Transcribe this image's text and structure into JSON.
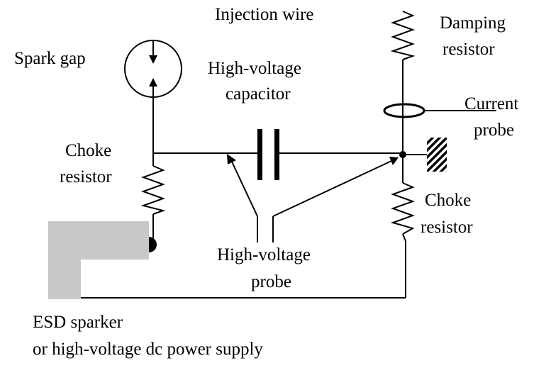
{
  "labels": {
    "injection_wire": "Injection wire",
    "spark_gap": "Spark gap",
    "hv_capacitor_1": "High-voltage",
    "hv_capacitor_2": "capacitor",
    "damping_resistor_1": "Damping",
    "damping_resistor_2": "resistor",
    "current_probe_1": "Current",
    "current_probe_2": "probe",
    "choke_left_1": "Choke",
    "choke_left_2": "resistor",
    "choke_right_1": "Choke",
    "choke_right_2": "resistor",
    "hv_probe_1": "High-voltage",
    "hv_probe_2": "probe",
    "esd_1": "ESD sparker",
    "esd_2": "or high-voltage dc power supply"
  },
  "colors": {
    "line": "#000000",
    "sparker_fill": "#c8c8c8",
    "background": "#ffffff"
  }
}
